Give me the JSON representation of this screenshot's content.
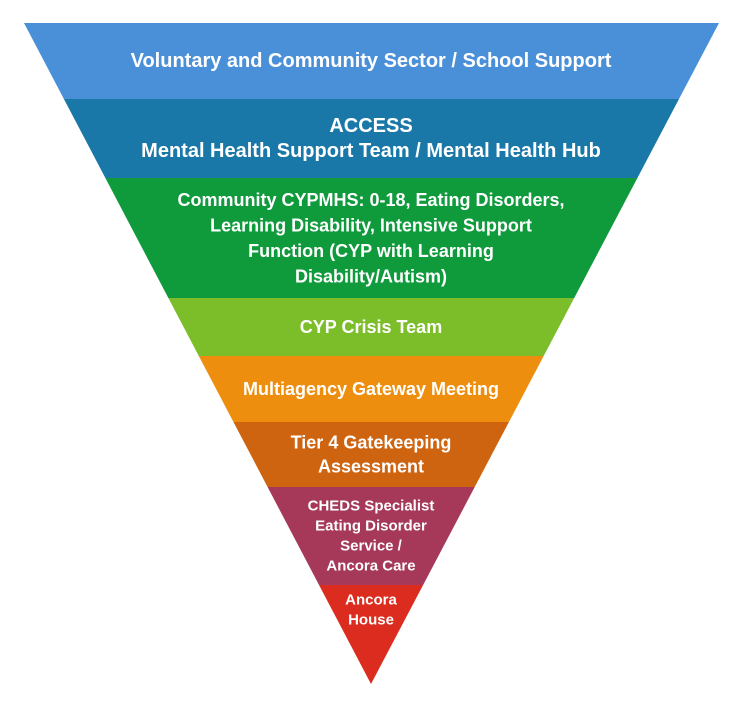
{
  "tiers": [
    {
      "lines": [
        "Voluntary and Community Sector / School Support"
      ],
      "color": "#4a90d9"
    },
    {
      "lines": [
        "ACCESS",
        "Mental Health Support Team / Mental Health Hub"
      ],
      "color": "#1a78a8"
    },
    {
      "lines": [
        "Community CYPMHS: 0-18, Eating Disorders,",
        "Learning Disability, Intensive Support",
        "Function (CYP with Learning",
        "Disability/Autism)"
      ],
      "color": "#0f9a3c"
    },
    {
      "lines": [
        "CYP Crisis Team"
      ],
      "color": "#7cbd2a"
    },
    {
      "lines": [
        "Multiagency Gateway Meeting"
      ],
      "color": "#ee8e0e"
    },
    {
      "lines": [
        "Tier 4 Gatekeeping",
        "Assessment"
      ],
      "color": "#cf6410"
    },
    {
      "lines": [
        "CHEDS Specialist",
        "Eating Disorder",
        "Service /",
        "Ancora Care"
      ],
      "color": "#a6395a"
    },
    {
      "lines": [
        "Ancora",
        "House"
      ],
      "color": "#dc2c1f"
    }
  ]
}
